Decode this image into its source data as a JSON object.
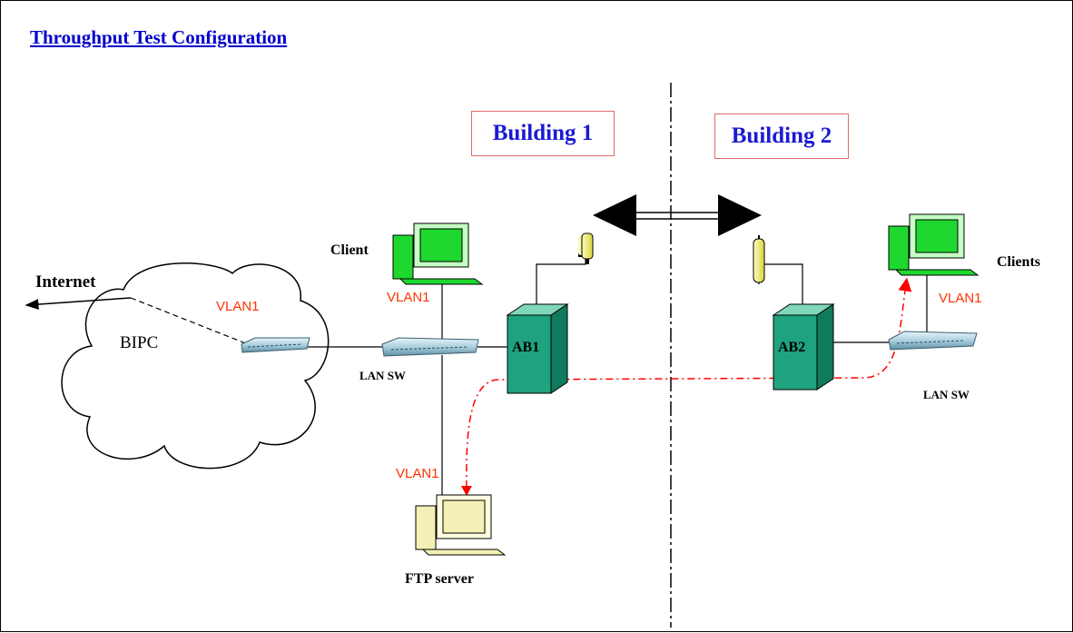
{
  "title": "Throughput Test Configuration",
  "buildings": [
    "Building 1",
    "Building 2"
  ],
  "labels": {
    "internet": "Internet",
    "bipc": "BIPC",
    "client": "Client",
    "clients": "Clients",
    "lan_sw": "LAN SW",
    "ap1": "AB1",
    "ap2": "AB2",
    "ftp_server": "FTP server",
    "vlan": "VLAN1"
  },
  "colors": {
    "title": "#0000cc",
    "building_text": "#1a1ad4",
    "building_border": "#e06c6c",
    "vlan_text": "#ff3300",
    "traffic_path": "#ff0000",
    "pc_screen": "#1fd82f",
    "server_screen": "#f5f0b5",
    "access_point": "#1fa37f",
    "antenna": "#f2f06a",
    "switch": "#9ec7d8"
  }
}
